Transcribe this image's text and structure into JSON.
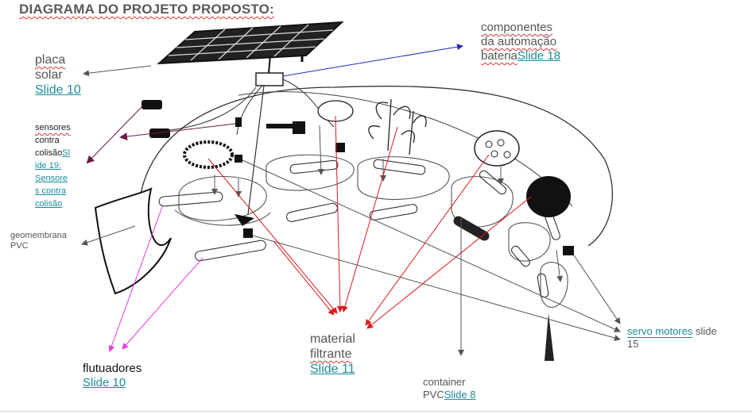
{
  "title": "DIAGRAMA DO PROJETO PROPOSTO:",
  "labels": {
    "placa_solar": {
      "line1": "placa",
      "line2": "solar",
      "link": "Slide 10"
    },
    "componentes": {
      "line1": "componentes",
      "line2": "da automação",
      "line3": "bateria",
      "link": "Slide 18"
    },
    "sensores": {
      "line1": "sensores",
      "line2": "contra",
      "line3": "colisão",
      "link_lines": [
        "Sl",
        "ide 19:",
        "Sensore",
        "s contra",
        "colisão"
      ]
    },
    "geomembrana": {
      "line1": "geomembrana",
      "line2": "PVC"
    },
    "flutuadores": {
      "text": "flutuadores",
      "link": "Slide 10"
    },
    "material": {
      "line1": "material",
      "line2": "filtrante",
      "link": "Slide 11"
    },
    "container": {
      "line1": "container",
      "line2": "PVC",
      "link": "Slide 8"
    },
    "servo": {
      "link": "servo motores",
      "text1": " slide",
      "text2": "15"
    }
  },
  "colors": {
    "arrow_gray": "#555555",
    "arrow_blue": "#1f2bc7",
    "arrow_maroon": "#6b1b4a",
    "arrow_red": "#e0191e",
    "arrow_magenta": "#e23be6",
    "link": "#1a8c9a"
  }
}
